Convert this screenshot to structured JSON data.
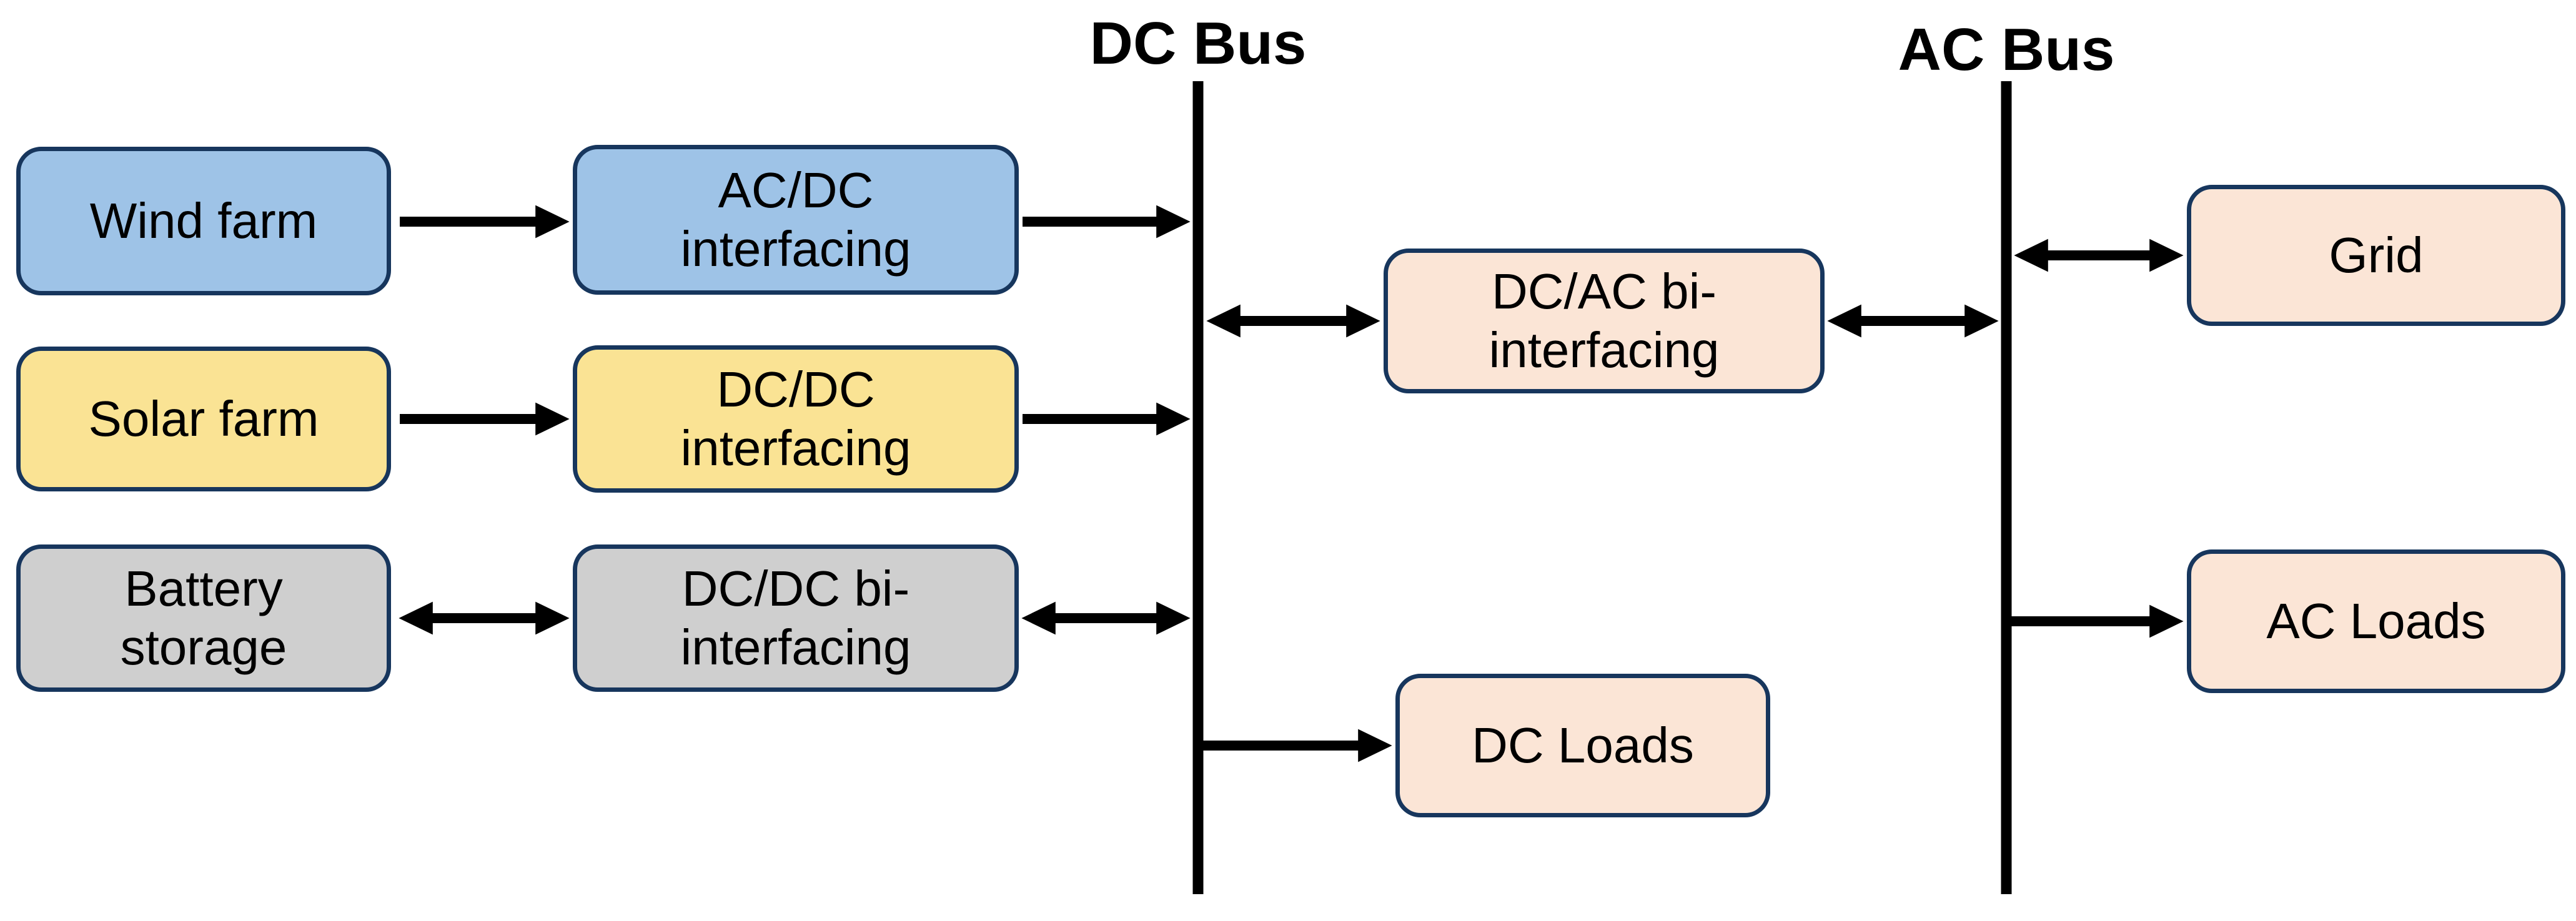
{
  "buses": {
    "dc": {
      "label": "DC Bus"
    },
    "ac": {
      "label": "AC Bus"
    }
  },
  "nodes": {
    "wind_farm": {
      "label": "Wind farm",
      "fill": "#9EC3E7"
    },
    "acdc_interfacing": {
      "label": "AC/DC\ninterfacing",
      "fill": "#9EC3E7"
    },
    "solar_farm": {
      "label": "Solar farm",
      "fill": "#FAE394"
    },
    "dcdc_interfacing": {
      "label": "DC/DC\ninterfacing",
      "fill": "#FAE394"
    },
    "battery_storage": {
      "label": "Battery\nstorage",
      "fill": "#CFCFCF"
    },
    "dcdc_bi_interfacing": {
      "label": "DC/DC bi-\ninterfacing",
      "fill": "#CFCFCF"
    },
    "dcac_bi_interfacing": {
      "label": "DC/AC bi-\ninterfacing",
      "fill": "#FBE5D6"
    },
    "dc_loads": {
      "label": "DC Loads",
      "fill": "#FBE5D6"
    },
    "grid": {
      "label": "Grid",
      "fill": "#FBE5D6"
    },
    "ac_loads": {
      "label": "AC Loads",
      "fill": "#FBE5D6"
    }
  },
  "connections": [
    {
      "from": "Wind farm",
      "to": "AC/DC interfacing",
      "direction": "one-way"
    },
    {
      "from": "AC/DC interfacing",
      "to": "DC Bus",
      "direction": "one-way"
    },
    {
      "from": "Solar farm",
      "to": "DC/DC interfacing",
      "direction": "one-way"
    },
    {
      "from": "DC/DC interfacing",
      "to": "DC Bus",
      "direction": "one-way"
    },
    {
      "from": "Battery storage",
      "to": "DC/DC bi-interfacing",
      "direction": "two-way"
    },
    {
      "from": "DC/DC bi-interfacing",
      "to": "DC Bus",
      "direction": "two-way"
    },
    {
      "from": "DC Bus",
      "to": "DC/AC bi-interfacing",
      "direction": "two-way"
    },
    {
      "from": "DC/AC bi-interfacing",
      "to": "AC Bus",
      "direction": "two-way"
    },
    {
      "from": "DC Bus",
      "to": "DC Loads",
      "direction": "one-way"
    },
    {
      "from": "AC Bus",
      "to": "Grid",
      "direction": "two-way"
    },
    {
      "from": "AC Bus",
      "to": "AC Loads",
      "direction": "one-way"
    }
  ],
  "colors": {
    "background": "#FFFFFF",
    "node_border": "#17365D",
    "node_text": "#000000",
    "bus_line": "#000000",
    "bus_label_text": "#000000",
    "arrow": "#000000",
    "wind_fill": "#9EC3E7",
    "solar_fill": "#FAE394",
    "battery_fill": "#CFCFCF",
    "converter_load_fill": "#FBE5D6"
  }
}
